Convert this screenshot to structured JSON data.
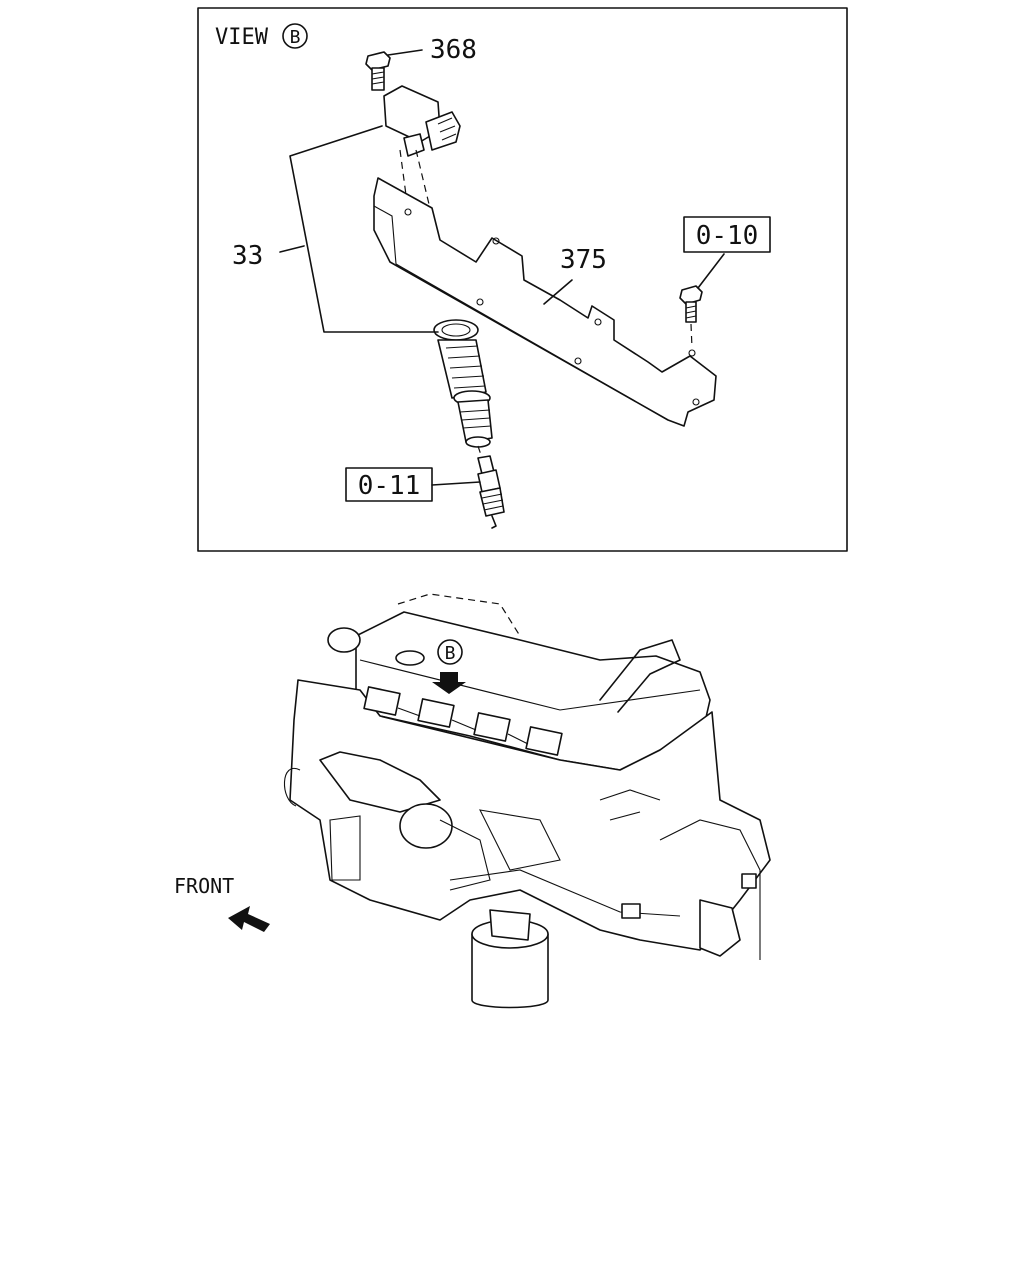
{
  "detail_view": {
    "title_text": "VIEW",
    "title_circle_letter": "B",
    "callouts": {
      "bolt_top": "368",
      "coil_assembly": "33",
      "bracket": "375"
    },
    "boxed_refs": {
      "bolt_bracket": "0-10",
      "spark_plug": "0-11"
    }
  },
  "engine_view": {
    "view_marker_letter": "B",
    "front_label": "FRONT"
  }
}
